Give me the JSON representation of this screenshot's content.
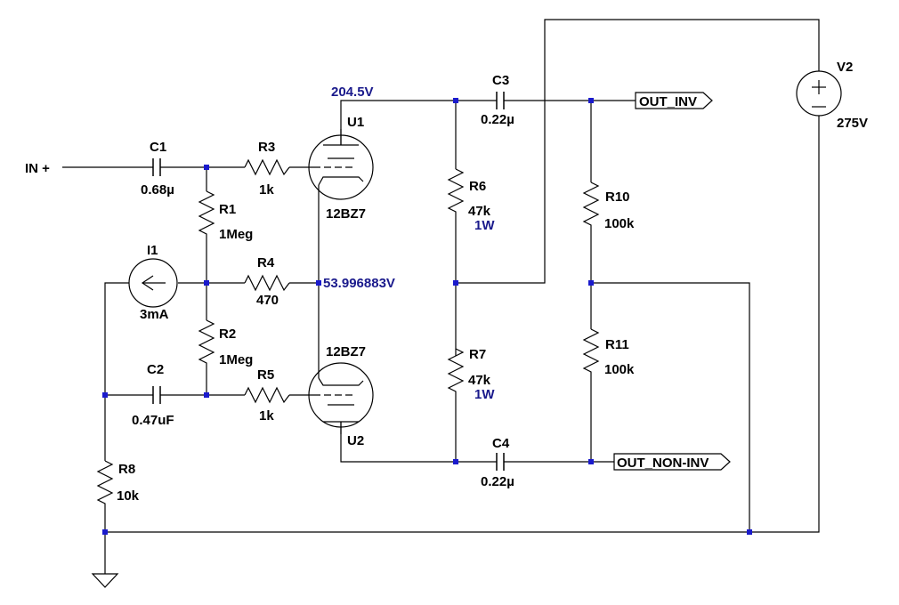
{
  "labels": {
    "in": "IN +",
    "c1": "C1",
    "c1_val": "0.68µ",
    "r3": "R3",
    "r3_val": "1k",
    "r1": "R1",
    "r1_val": "1Meg",
    "i1": "I1",
    "i1_val": "3mA",
    "r4": "R4",
    "r4_val": "470",
    "r2": "R2",
    "r2_val": "1Meg",
    "c2": "C2",
    "c2_val": "0.47uF",
    "r5": "R5",
    "r5_val": "1k",
    "r8": "R8",
    "r8_val": "10k",
    "u1": "U1",
    "u1_type": "12BZ7",
    "u2": "U2",
    "u2_type": "12BZ7",
    "v_plate1": "204.5V",
    "v_cathode": "53.996883V",
    "r6": "R6",
    "r6_val": "47k",
    "r6_pwr": "1W",
    "r7": "R7",
    "r7_val": "47k",
    "r7_pwr": "1W",
    "c3": "C3",
    "c3_val": "0.22µ",
    "c4": "C4",
    "c4_val": "0.22µ",
    "r10": "R10",
    "r10_val": "100k",
    "r11": "R11",
    "r11_val": "100k",
    "out_inv": "OUT_INV",
    "out_non_inv": "OUT_NON-INV",
    "v2": "V2",
    "v2_val": "275V"
  }
}
